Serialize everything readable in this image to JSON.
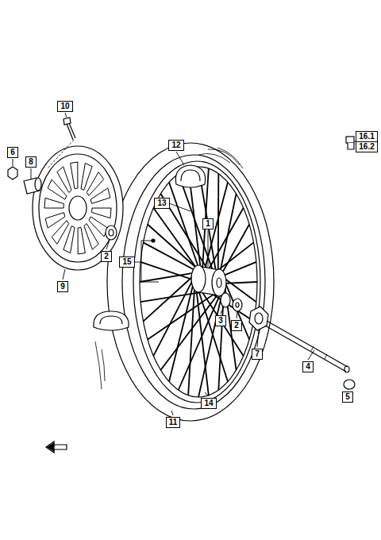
{
  "diagram": {
    "nodes": [
      {
        "text": [
          "10"
        ]
      },
      {
        "text": [
          "16.1"
        ]
      },
      {
        "text": [
          "16.2"
        ]
      },
      {
        "text": [
          "12"
        ]
      },
      {
        "text": [
          "6"
        ]
      },
      {
        "text": [
          "8"
        ]
      },
      {
        "text": [
          "13"
        ]
      },
      {
        "text": [
          "1"
        ]
      },
      {
        "text": [
          "2"
        ]
      },
      {
        "text": [
          "15"
        ]
      },
      {
        "text": [
          "3"
        ]
      },
      {
        "text": [
          "2"
        ]
      },
      {
        "text": [
          "7"
        ]
      },
      {
        "text": [
          "4"
        ]
      },
      {
        "text": [
          "9"
        ]
      },
      {
        "text": [
          "5"
        ]
      },
      {
        "text": [
          "14"
        ]
      },
      {
        "text": [
          "11"
        ]
      }
    ]
  }
}
